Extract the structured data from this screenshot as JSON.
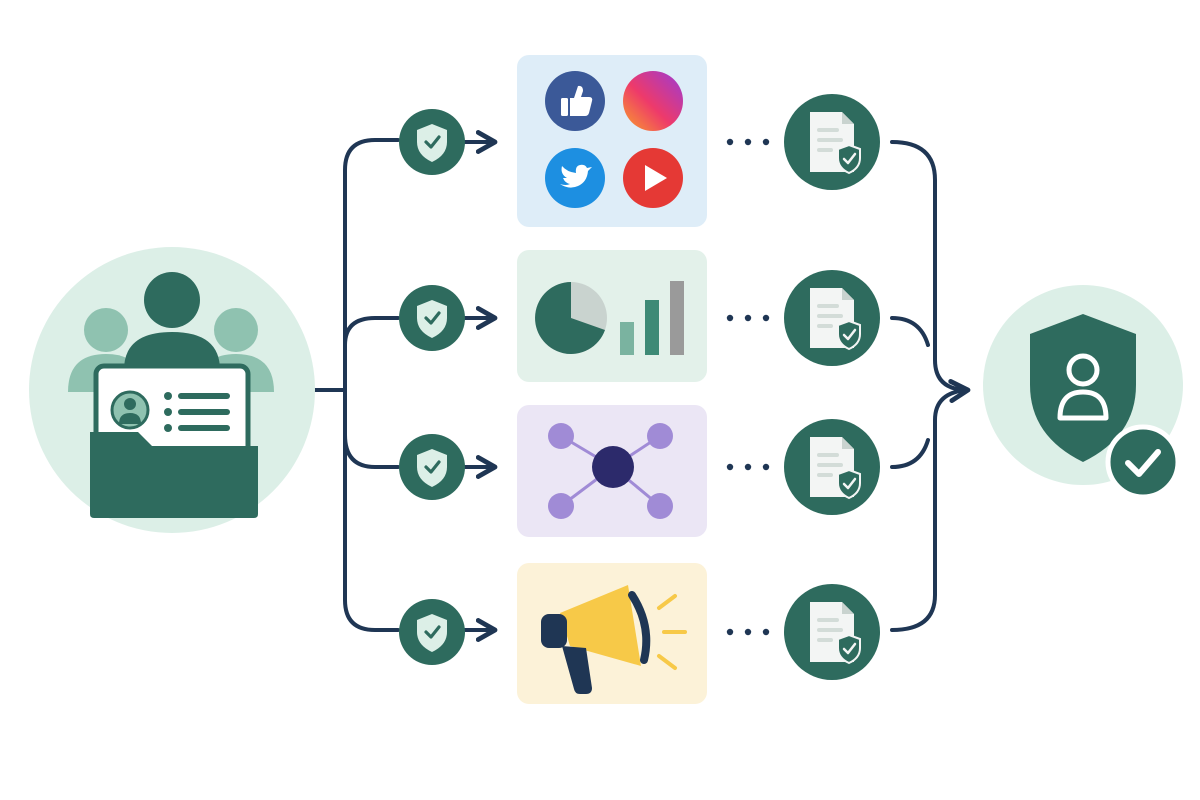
{
  "colors": {
    "primary": "#2e6b5e",
    "primary_light": "#dcefe7",
    "line": "#1f3654",
    "social_bg": "#deedf8",
    "analytics_bg": "#e3f1ea",
    "network_bg": "#ebe6f5",
    "marketing_bg": "#fcf2d8",
    "facebook": "#3b5998",
    "twitter": "#1d8fe1",
    "youtube": "#e53935",
    "network_node": "#a08bd6",
    "network_hub": "#2c2a6b",
    "megaphone": "#f7c948",
    "megaphone_dark": "#1f3654"
  },
  "source": {
    "icon": "user-data-folder-icon"
  },
  "flows": [
    {
      "name": "social-media",
      "icon": "social-media-icons"
    },
    {
      "name": "analytics",
      "icon": "analytics-chart-icon"
    },
    {
      "name": "network",
      "icon": "network-graph-icon"
    },
    {
      "name": "marketing",
      "icon": "megaphone-icon"
    }
  ],
  "consent": {
    "icon": "shield-check-icon"
  },
  "record": {
    "icon": "document-shield-icon"
  },
  "destination": {
    "icon": "protected-user-shield-icon"
  }
}
